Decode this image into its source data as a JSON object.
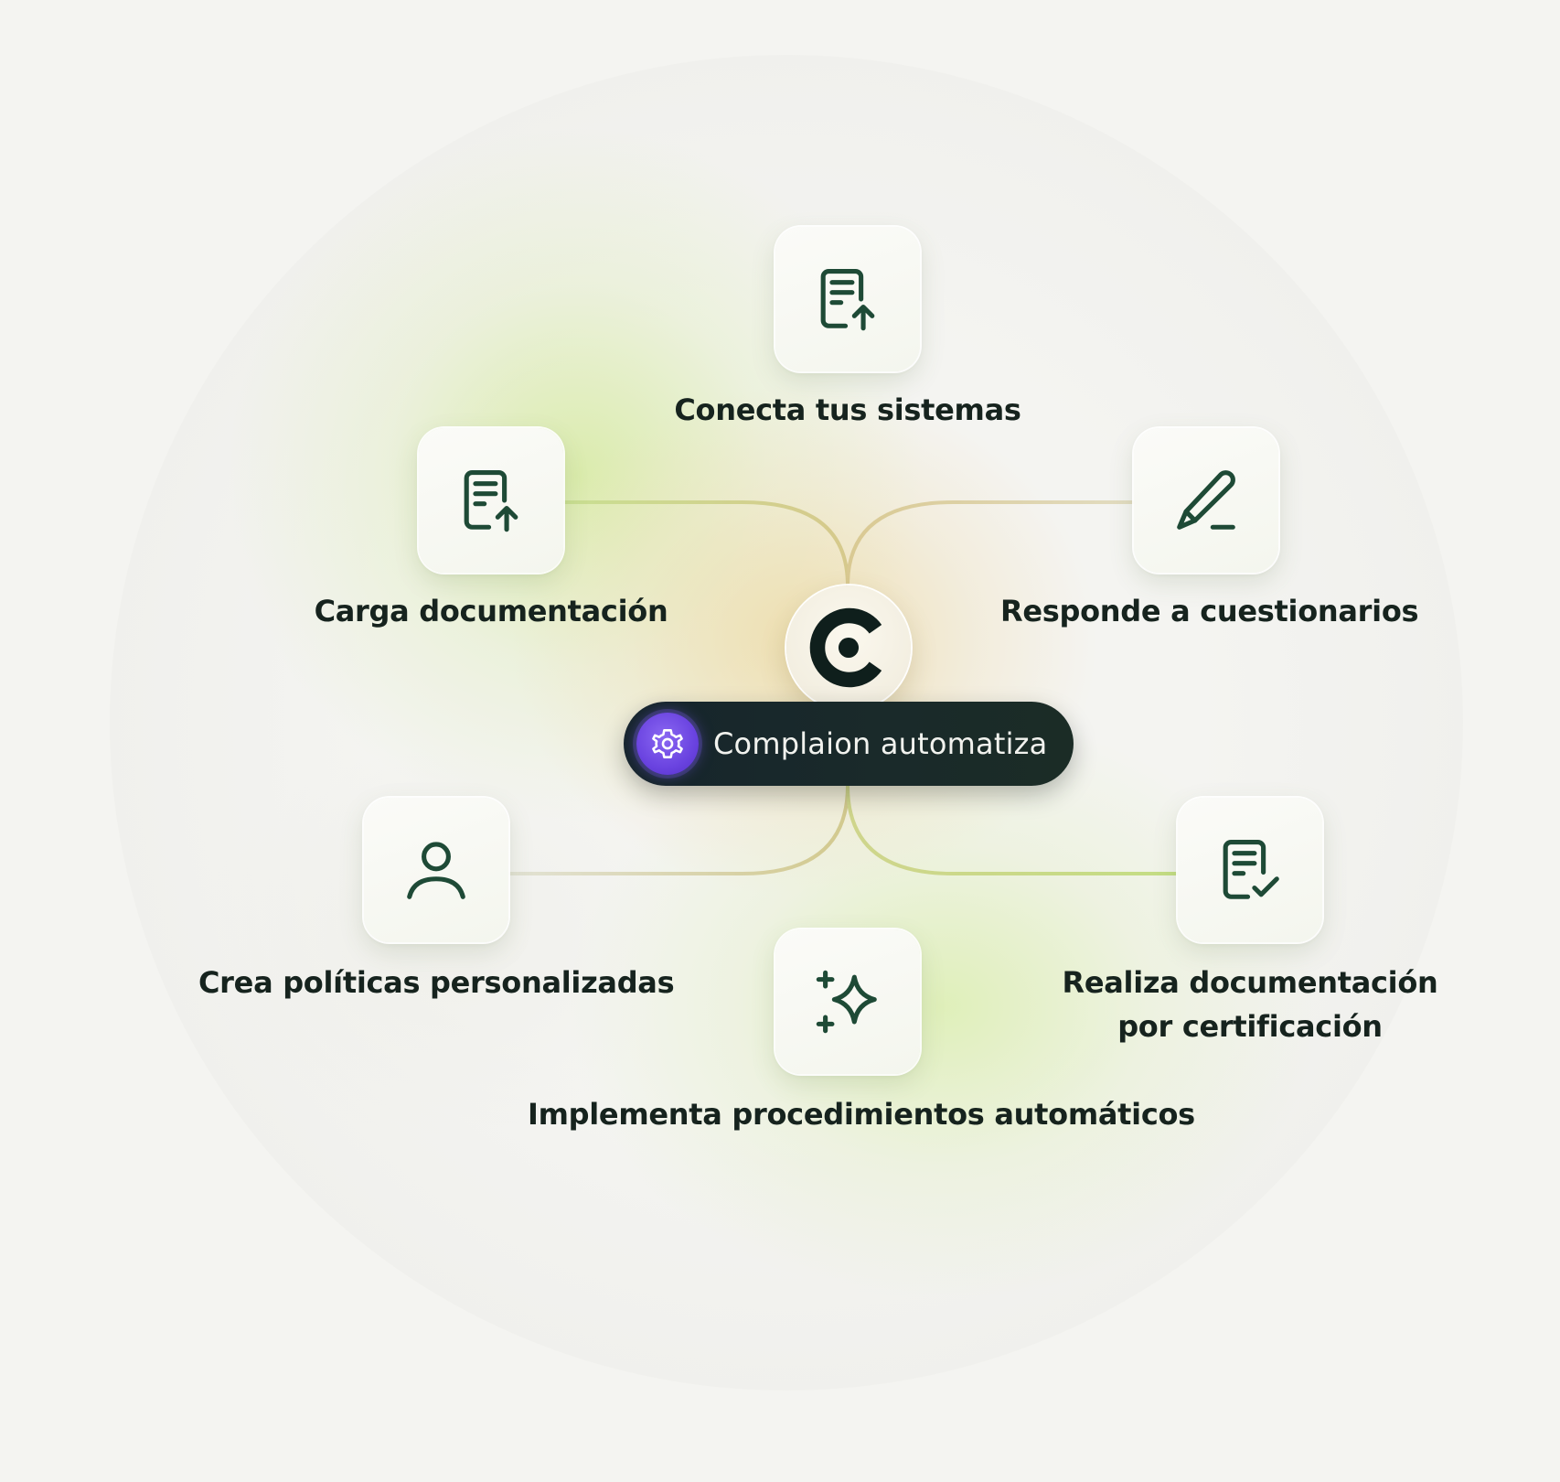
{
  "diagram": {
    "center": {
      "logo_icon": "c-logo-icon",
      "pill_icon": "gear-icon",
      "pill_label": "Complaion automatiza"
    },
    "nodes": [
      {
        "id": "conecta",
        "icon": "document-upload-icon",
        "label": "Conecta tus sistemas"
      },
      {
        "id": "carga",
        "icon": "document-upload-icon",
        "label": "Carga documentación"
      },
      {
        "id": "responde",
        "icon": "pen-icon",
        "label": "Responde a cuestionarios"
      },
      {
        "id": "crea",
        "icon": "user-icon",
        "label": "Crea políticas personalizadas"
      },
      {
        "id": "realiza",
        "icon": "document-check-icon",
        "label_lines": [
          "Realiza documentación",
          "por certificación"
        ]
      },
      {
        "id": "implementa",
        "icon": "sparkle-icon",
        "label": "Implementa procedimientos automáticos"
      }
    ],
    "colors": {
      "text": "#16231e",
      "icon_stroke": "#1e4a36",
      "pill_background": "#17262b",
      "pill_accent": "#6a43e0",
      "connector_green": "#c4d98a",
      "connector_warm": "#d8c98e"
    }
  }
}
